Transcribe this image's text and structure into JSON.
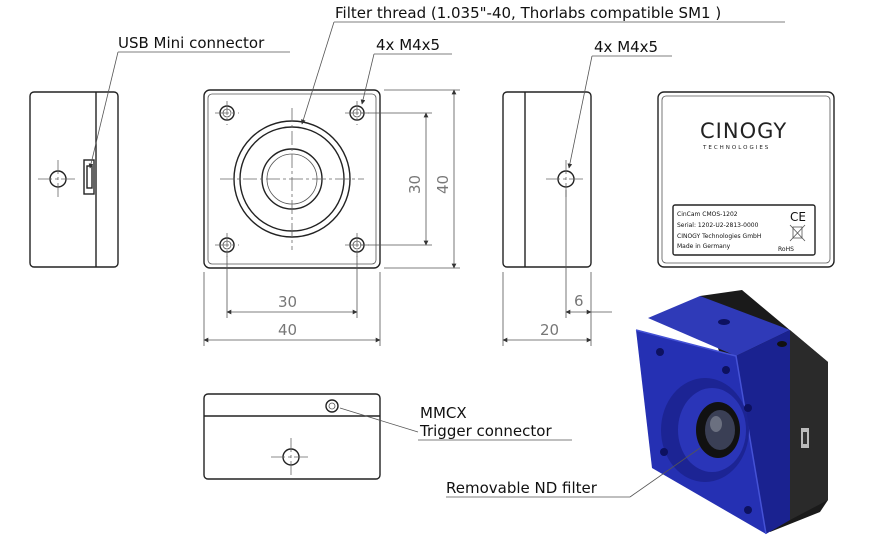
{
  "labels": {
    "filter_thread": "Filter thread (1.035\"-40, Thorlabs compatible SM1 )",
    "usb_mini": "USB Mini connector",
    "m4_front": "4x M4x5",
    "m4_side": "4x M4x5",
    "mmcx": "MMCX",
    "trigger": "Trigger connector",
    "nd_filter": "Removable ND filter"
  },
  "dimensions": {
    "front_width_inner": "30",
    "front_width_outer": "40",
    "front_height_inner": "30",
    "front_height_outer": "40",
    "side_offset": "6",
    "side_depth": "20"
  },
  "back_label": {
    "brand": "CINOGY",
    "brand_sub": "TECHNOLOGIES",
    "line1": "CinCam CMOS-1202",
    "line2": "Serial: 1202-U2-2813-0000",
    "line3": "CINOGY Technologies GmbH",
    "line4": "Made in Germany",
    "ce": "CE",
    "rohs": "RoHS"
  },
  "colors": {
    "body_blue": "#1f2aa8",
    "body_dark": "#14196b",
    "body_side": "#222222"
  }
}
